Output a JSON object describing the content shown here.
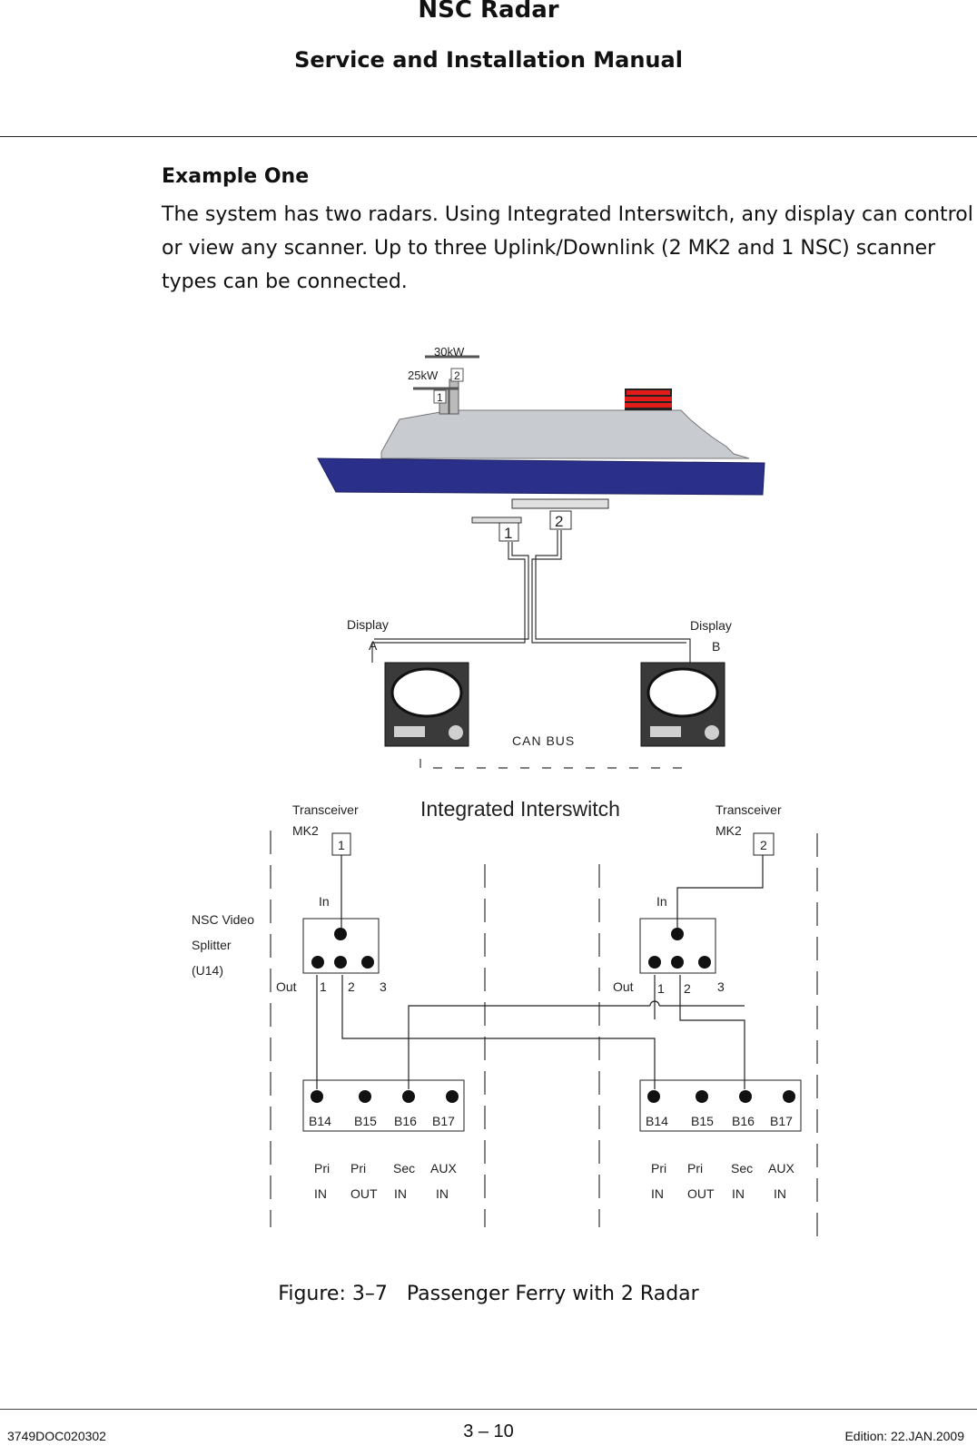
{
  "header": {
    "title": "NSC Radar",
    "subtitle": "Service and Installation Manual"
  },
  "section": {
    "heading": "Example One",
    "paragraph": "The system has two radars. Using Integrated Interswitch, any display can control\nor view any scanner. Up to three Uplink/Downlink (2 MK2 and 1 NSC) scanner\ntypes can be connected."
  },
  "ship_diagram": {
    "antenna_top_label": "30kW",
    "antenna_bottom_label": "25kW",
    "antenna_top_number": "2",
    "antenna_bottom_number": "1",
    "lower_antenna_1": "1",
    "lower_antenna_2": "2",
    "display_a_line1": "Display",
    "display_a_line2": "A",
    "display_b_line1": "Display",
    "display_b_line2": "B",
    "can_bus": "CAN BUS"
  },
  "interswitch": {
    "title": "Integrated Interswitch",
    "transceiver_left_line1": "Transceiver",
    "transceiver_left_line2": "MK2",
    "transceiver_left_number": "1",
    "transceiver_right_line1": "Transceiver",
    "transceiver_right_line2": "MK2",
    "transceiver_right_number": "2",
    "splitter_line1": "NSC Video",
    "splitter_line2": "Splitter",
    "splitter_line3": "(U14)",
    "in_label": "In",
    "out_label": "Out",
    "port_1": "1",
    "port_2": "2",
    "port_3": "3",
    "terminals": [
      "B14",
      "B15",
      "B16",
      "B17"
    ],
    "terminal_line1": [
      "Pri",
      "Pri",
      "Sec",
      "AUX"
    ],
    "terminal_line2": [
      "IN",
      "OUT",
      "IN",
      "IN"
    ]
  },
  "caption": "Figure: 3–7   Passenger Ferry with 2 Radar",
  "footer": {
    "doc_number": "3749DOC020302",
    "page": "3 – 10",
    "edition": "Edition: 22.JAN.2009"
  }
}
